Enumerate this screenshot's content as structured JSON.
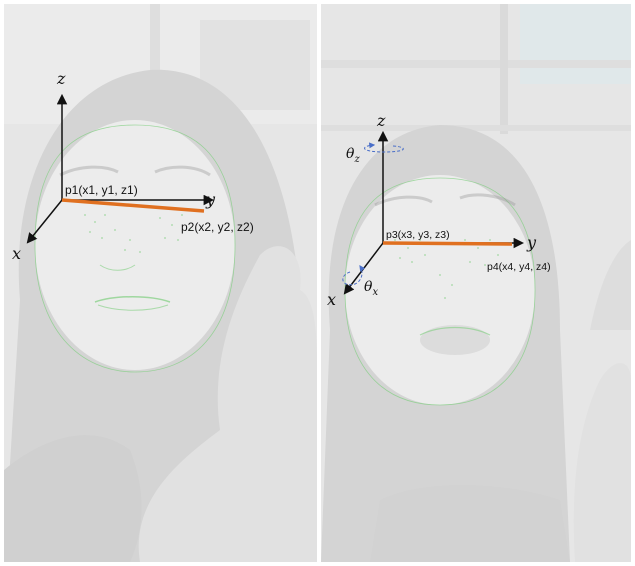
{
  "panels": [
    {
      "axes": {
        "x": "x",
        "y": "y",
        "z": "z"
      },
      "points": [
        {
          "label": "p1(x1, y1, z1)"
        },
        {
          "label": "p2(x2, y2, z2)"
        }
      ]
    },
    {
      "axes": {
        "x": "x",
        "y": "y",
        "z": "z"
      },
      "rotations": {
        "z": "θz",
        "x": "θx"
      },
      "points": [
        {
          "label": "p3(x3, y3, z3)"
        },
        {
          "label": "p4(x4, y4, z4)"
        }
      ]
    }
  ],
  "colors": {
    "segment": "#e07020",
    "axis": "#111111",
    "rotation_arrow": "#4a6fc8",
    "mesh": "#7fcf7f"
  }
}
